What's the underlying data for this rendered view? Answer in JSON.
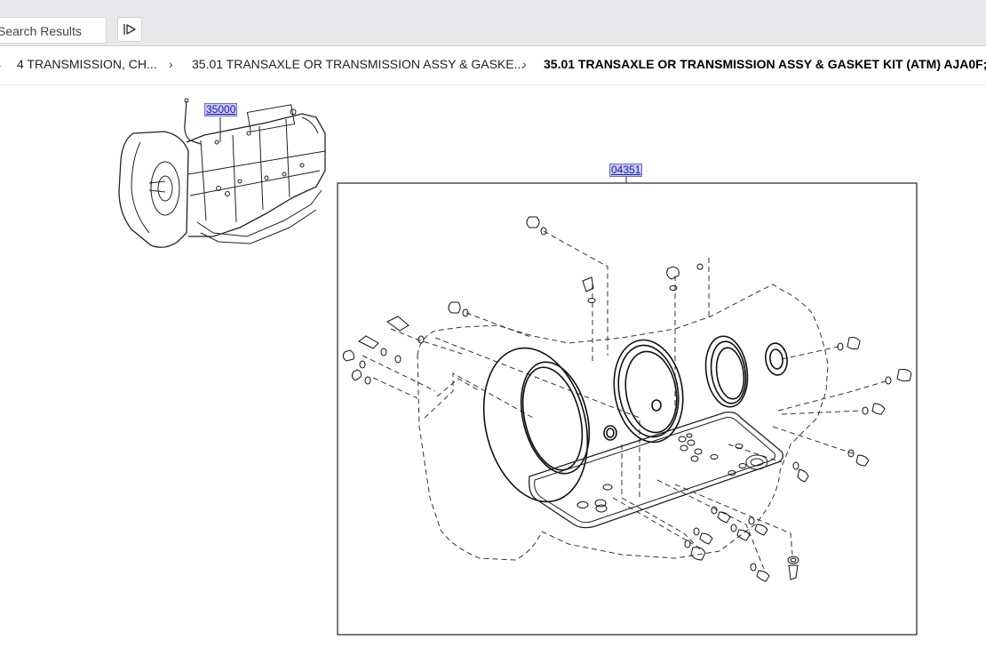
{
  "search": {
    "placeholder": "Search Results"
  },
  "breadcrumb": {
    "items": [
      {
        "label": "4 TRANSMISSION, CH..."
      },
      {
        "label": "35.01 TRANSAXLE OR TRANSMISSION ASSY & GASKE..."
      },
      {
        "label": "35.01 TRANSAXLE OR TRANSMISSION ASSY & GASKET KIT (ATM) AJA0F; ..."
      }
    ]
  },
  "diagram": {
    "callouts": [
      {
        "label": "35000"
      },
      {
        "label": "04351"
      }
    ]
  },
  "icons": {
    "filter": "filter-icon",
    "chevron": "chevron-right-icon"
  }
}
